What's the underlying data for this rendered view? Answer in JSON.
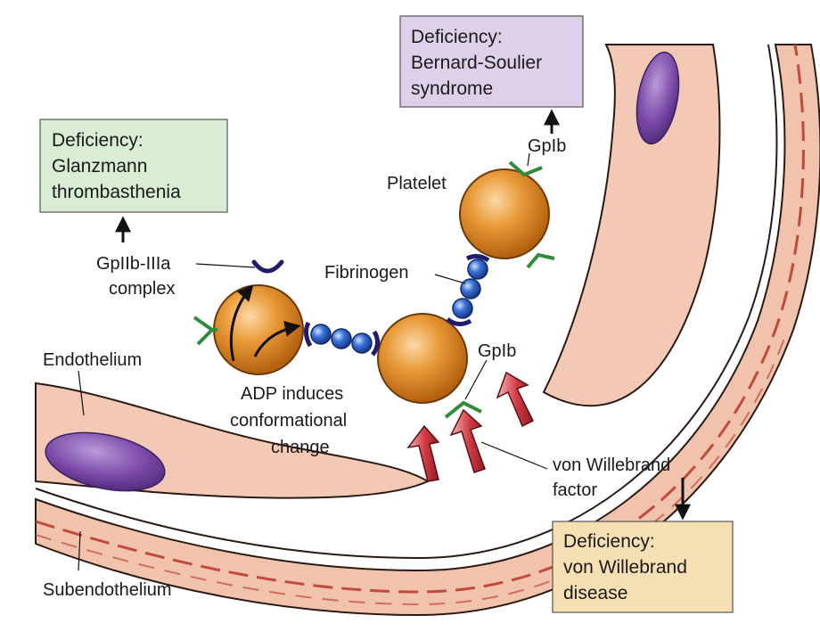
{
  "boxes": {
    "glanzmann": {
      "line1": "Deficiency:",
      "line2": "Glanzmann",
      "line3": "thrombasthenia",
      "fill": "#d9ecd4"
    },
    "bernard": {
      "line1": "Deficiency:",
      "line2": "Bernard-Soulier",
      "line3": "syndrome",
      "fill": "#ddd0e8"
    },
    "vwd": {
      "line1": "Deficiency:",
      "line2": "von Willebrand",
      "line3": "disease",
      "fill": "#f6dfb3"
    }
  },
  "labels": {
    "gpiib_line1": "GpIIb-IIIa",
    "gpiib_line2": "complex",
    "endothelium": "Endothelium",
    "subendothelium": "Subendothelium",
    "adp_line1": "ADP induces",
    "adp_line2": "conformational",
    "adp_line3": "change",
    "platelet": "Platelet",
    "fibrinogen": "Fibrinogen",
    "gpib_top": "GpIb",
    "gpib_bottom": "GpIb",
    "vwf_line1": "von Willebrand",
    "vwf_line2": "factor"
  },
  "colors": {
    "platelet": "#e08a1e",
    "nucleus": "#7b4aa8",
    "endothelium": "#f3c9b5",
    "vwf": "#c9353d",
    "fibrinogen": "#2d5fc4",
    "receptor_green": "#2f8a3a",
    "receptor_navy": "#1f1d6b"
  }
}
